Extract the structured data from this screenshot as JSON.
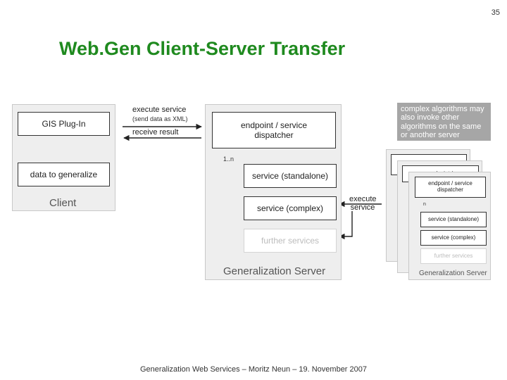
{
  "page_number": "35",
  "title": "Web.Gen Client-Server Transfer",
  "footer": "Generalization Web Services – Moritz Neun – 19. November 2007",
  "diagram": {
    "client": {
      "label": "Client",
      "gis_plugin": "GIS Plug-In",
      "data": "data to generalize"
    },
    "transfer": {
      "execute_service": "execute service",
      "send_data_note": "(send data as XML)",
      "receive_result": "receive result"
    },
    "server": {
      "label": "Generalization Server",
      "endpoint": "endpoint / service dispatcher",
      "multiplicity": "1..n",
      "service_standalone": "service (standalone)",
      "service_complex": "service (complex)",
      "further_services": "further services",
      "execute_service": "execute service"
    },
    "complex_note": "complex algorithms may also invoke other algorithms on the same or another server",
    "mini_server": {
      "endpoint_back": "endpoint /",
      "endpoint": "endpoint / service dispatcher",
      "multiplicity": "n",
      "service_standalone": "service (standalone)",
      "service_complex": "service (complex)",
      "further_services": "further services",
      "label": "Generalization Server"
    },
    "colors": {
      "title": "#1f8a1f",
      "panel": "#eeeeee",
      "note_bg": "#a6a6a6"
    }
  }
}
